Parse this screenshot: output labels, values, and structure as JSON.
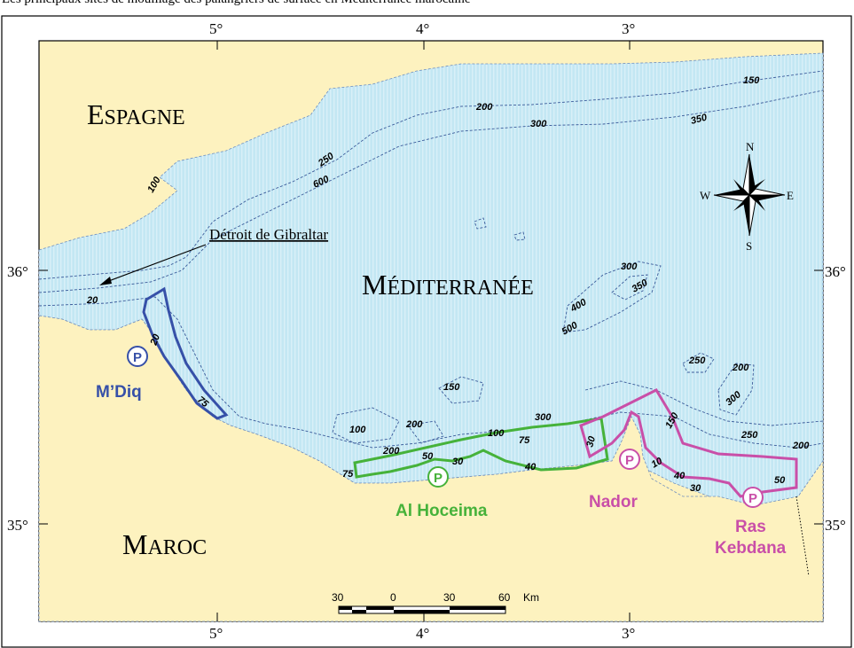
{
  "caption": "Les principaux sites de mouillage des palangriers de surface en Méditerranée marocaine",
  "colors": {
    "land": "#fdf2bf",
    "sea": "#bfe6f2",
    "sea_deep": "#d6eef8",
    "mdiq": "#3650a8",
    "alhoceima": "#46b23a",
    "nador": "#c94fa8",
    "contour": "#3a5a9a"
  },
  "graticule": {
    "top": [
      "5°",
      "4°",
      "3°"
    ],
    "bottom": [
      "5°",
      "4°",
      "3°"
    ],
    "left": [
      "36°",
      "35°"
    ],
    "right": [
      "36°",
      "35°"
    ]
  },
  "regions": {
    "espagne": {
      "initial": "E",
      "rest": "SPAGNE"
    },
    "maroc": {
      "initial": "M",
      "rest": "AROC"
    },
    "mediterranee": {
      "initial": "M",
      "rest": "ÉDITERRANÉE"
    }
  },
  "strait_label": "Détroit de Gibraltar",
  "depths": [
    "20",
    "100",
    "250",
    "600",
    "200",
    "300",
    "350",
    "150",
    "500",
    "400",
    "300",
    "350",
    "250",
    "200",
    "300",
    "150",
    "100",
    "200",
    "300",
    "100",
    "75",
    "200",
    "50",
    "30",
    "40",
    "30",
    "10",
    "40",
    "30",
    "150",
    "250",
    "200",
    "50",
    "20",
    "75",
    "75"
  ],
  "ports": [
    {
      "name": "M’Diq",
      "symbol": "P"
    },
    {
      "name": "Al Hoceima",
      "symbol": "P"
    },
    {
      "name": "Nador",
      "symbol": "P"
    },
    {
      "name_line1": "Ras",
      "name_line2": "Kebdana",
      "symbol": "P"
    }
  ],
  "compass": {
    "n": "N",
    "s": "S",
    "e": "E",
    "w": "W"
  },
  "scale": {
    "labels": [
      "30",
      "0",
      "30",
      "60"
    ],
    "unit": "Km"
  }
}
